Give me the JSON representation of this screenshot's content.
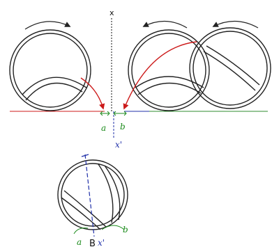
{
  "labels": {
    "axis_top": "x",
    "left_gap": "a",
    "right_gap": "b",
    "axis_bottom": "x'",
    "bottom_left": "a",
    "bottom_right": "b",
    "bottom_point": "B",
    "bottom_axis": "x'"
  },
  "colors": {
    "outline": "#222222",
    "axis": "#111111",
    "red": "#cc1a1a",
    "green": "#2e8b2e",
    "blue": "#1f2fa8",
    "handwriting_green": "#1a8a1a",
    "handwriting_blue": "#1f2fa8"
  }
}
